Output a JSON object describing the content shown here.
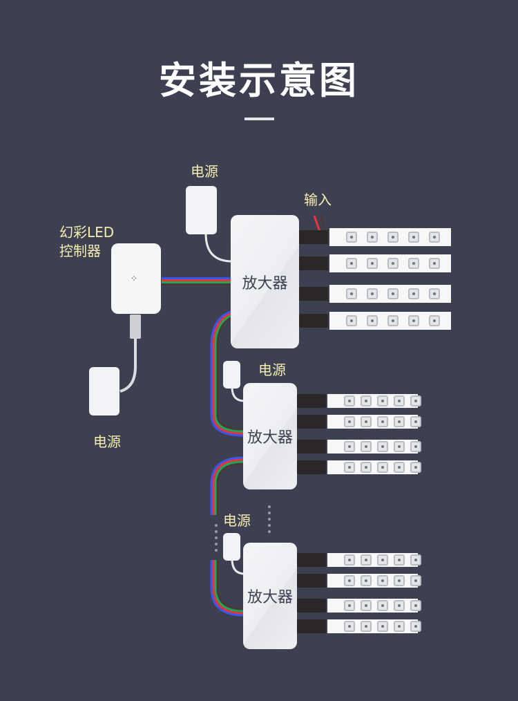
{
  "title": "安装示意图",
  "labels": {
    "controller": [
      "幻彩LED",
      "控制器"
    ],
    "power_top": "电源",
    "power_left": "电源",
    "power_mid": "电源",
    "power_bottom": "电源",
    "input": "输入"
  },
  "amplifiers": [
    {
      "label": "放大器",
      "strips": 4,
      "leds_per_strip": 5
    },
    {
      "label": "放大器",
      "strips": 4,
      "leds_per_strip": 5
    },
    {
      "label": "放大器",
      "strips": 4,
      "leds_per_strip": 5
    }
  ],
  "colors": {
    "background": "#3c4051",
    "label": "#f6eeb0",
    "wire_blue": "#3b55f0",
    "wire_red": "#e8343a",
    "wire_green": "#1fa75a",
    "wire_brown": "#4a3a36"
  }
}
